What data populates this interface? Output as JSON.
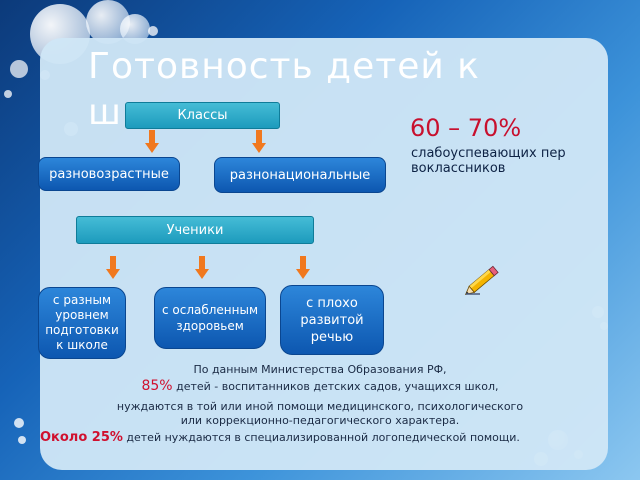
{
  "slide": {
    "title_line1": "Готовность детей к",
    "title_line2": "школе"
  },
  "diagram": {
    "classes": "Классы",
    "mixed_age": "разновозрастные",
    "multi_ethnic": "разнонациональные",
    "students": "Ученики",
    "different_level": "с разным уровнем подготовки к школе",
    "weak_health": "с ослабленным здоровьем",
    "poor_speech": "с плохо развитой речью"
  },
  "stats": {
    "percent_range": "60 – 70%",
    "percent_caption": "слабоуспевающих первоклассников",
    "source_line": "По данным Министерства Образования РФ,",
    "pct_85": "85%",
    "line_85_a": "детей - воспитанников детских садов, учащихся школ,",
    "line_85_b": "нуждаются в той или иной помощи медицинского, психологического",
    "line_85_c": "или коррекционно-педагогического характера.",
    "about_25": "Около 25%",
    "line_25": "детей нуждаются в специализированной логопедической помощи."
  },
  "colors": {
    "accent_red": "#d0102e",
    "arrow_orange": "#f0781e",
    "teal_box": "#2aa9c9",
    "blue_box": "#1469c4"
  },
  "icons": [
    "pencil-icon"
  ]
}
